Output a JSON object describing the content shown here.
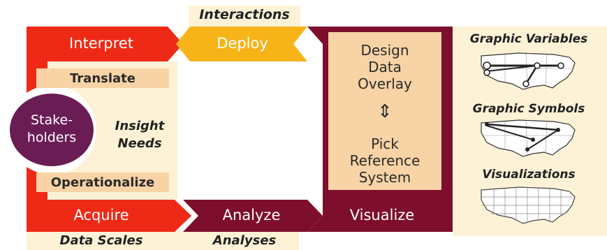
{
  "top_label": "Interactions",
  "bottom_labels": {
    "data_scales": "Data Scales",
    "analyses": "Analyses"
  },
  "steps": {
    "interpret": "Interpret",
    "deploy": "Deploy",
    "acquire": "Acquire",
    "analyze": "Analyze",
    "visualize": "Visualize"
  },
  "left_panel": {
    "translate": "Translate",
    "operationalize": "Operationalize",
    "stakeholders_line1": "Stake-",
    "stakeholders_line2": "holders",
    "insight_line1": "Insight",
    "insight_line2": "Needs"
  },
  "visualize_box": {
    "design_line1": "Design",
    "design_line2": "Data",
    "design_line3": "Overlay",
    "swap_icon": "⇕",
    "pick_line1": "Pick",
    "pick_line2": "Reference",
    "pick_line3": "System"
  },
  "right_panel": {
    "graphic_variables": "Graphic Variables",
    "graphic_symbols": "Graphic Symbols",
    "visualizations": "Visualizations"
  },
  "colors": {
    "red": "#ee2a16",
    "yellow": "#f6b419",
    "maroon": "#7d0f2c",
    "cream": "#fdf2d6",
    "peach": "#f7d3a5"
  }
}
